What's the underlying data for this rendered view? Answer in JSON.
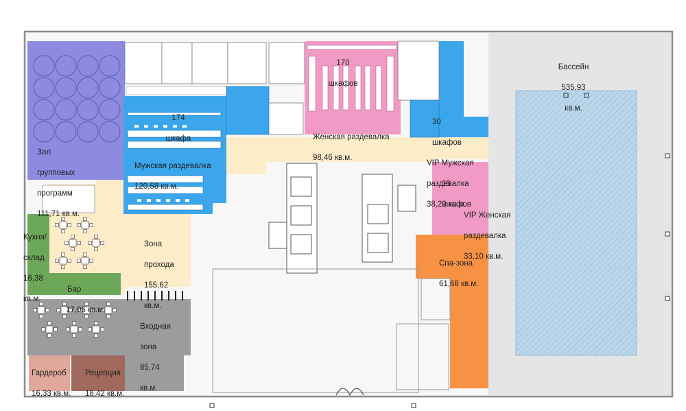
{
  "colors": {
    "group_hall": "#8d8ae0",
    "men": "#3ba6ec",
    "women": "#f29ac6",
    "corridor": "#fdecc8",
    "pool": "#e4e5e7",
    "pool_water": "#bcd7ea",
    "spa": "#f79245",
    "kitchen": "#6da85a",
    "bar": "#6da85a",
    "entrance": "#9b9c9e",
    "wardrobe": "#e0a79b",
    "reception": "#a0695e",
    "wall": "#8c8c8c"
  },
  "rooms": {
    "pool": {
      "name": "Бассейн",
      "area": "535,93",
      "unit": "кв.м."
    },
    "women": {
      "lockers": "170",
      "lockers_word": "шкафов",
      "name": "Женская раздевалка",
      "area": "98,46 кв.м."
    },
    "men": {
      "lockers": "174",
      "lockers_word": "шкафа",
      "name": "Мужская раздевалка",
      "area": "120,58 кв.м."
    },
    "vip_men": {
      "lockers": "30",
      "lockers_word": "шкафов",
      "name1": "VIP Мужская",
      "name2": "раздевалка",
      "area": "38,29 кв.м."
    },
    "vip_women": {
      "lockers": "15",
      "lockers_word": "шкафов",
      "name1": "VIP Женская",
      "name2": "раздевалка",
      "area": "33,10 кв.м."
    },
    "group_hall": {
      "name1": "Зал",
      "name2": "групповых",
      "name3": "программ",
      "area": "111,71 кв.м."
    },
    "kitchen": {
      "name1": "Кухня/",
      "name2": "склад",
      "area": "16,38",
      "unit": "кв.м."
    },
    "corridor": {
      "name1": "Зона",
      "name2": "прохода",
      "area": "155,62",
      "unit": "кв.м."
    },
    "bar": {
      "name": "Бар",
      "area": "17,06 кв.м."
    },
    "spa": {
      "name": "Спа-зона",
      "area": "61,68 кв.м."
    },
    "entrance": {
      "name1": "Входная",
      "name2": "зона",
      "area": "85,74",
      "unit": "кв.м."
    },
    "wardrobe": {
      "name": "Гардероб",
      "area": "16,33 кв.м."
    },
    "reception": {
      "name": "Рецепция",
      "area": "18,42 кв.м."
    }
  }
}
